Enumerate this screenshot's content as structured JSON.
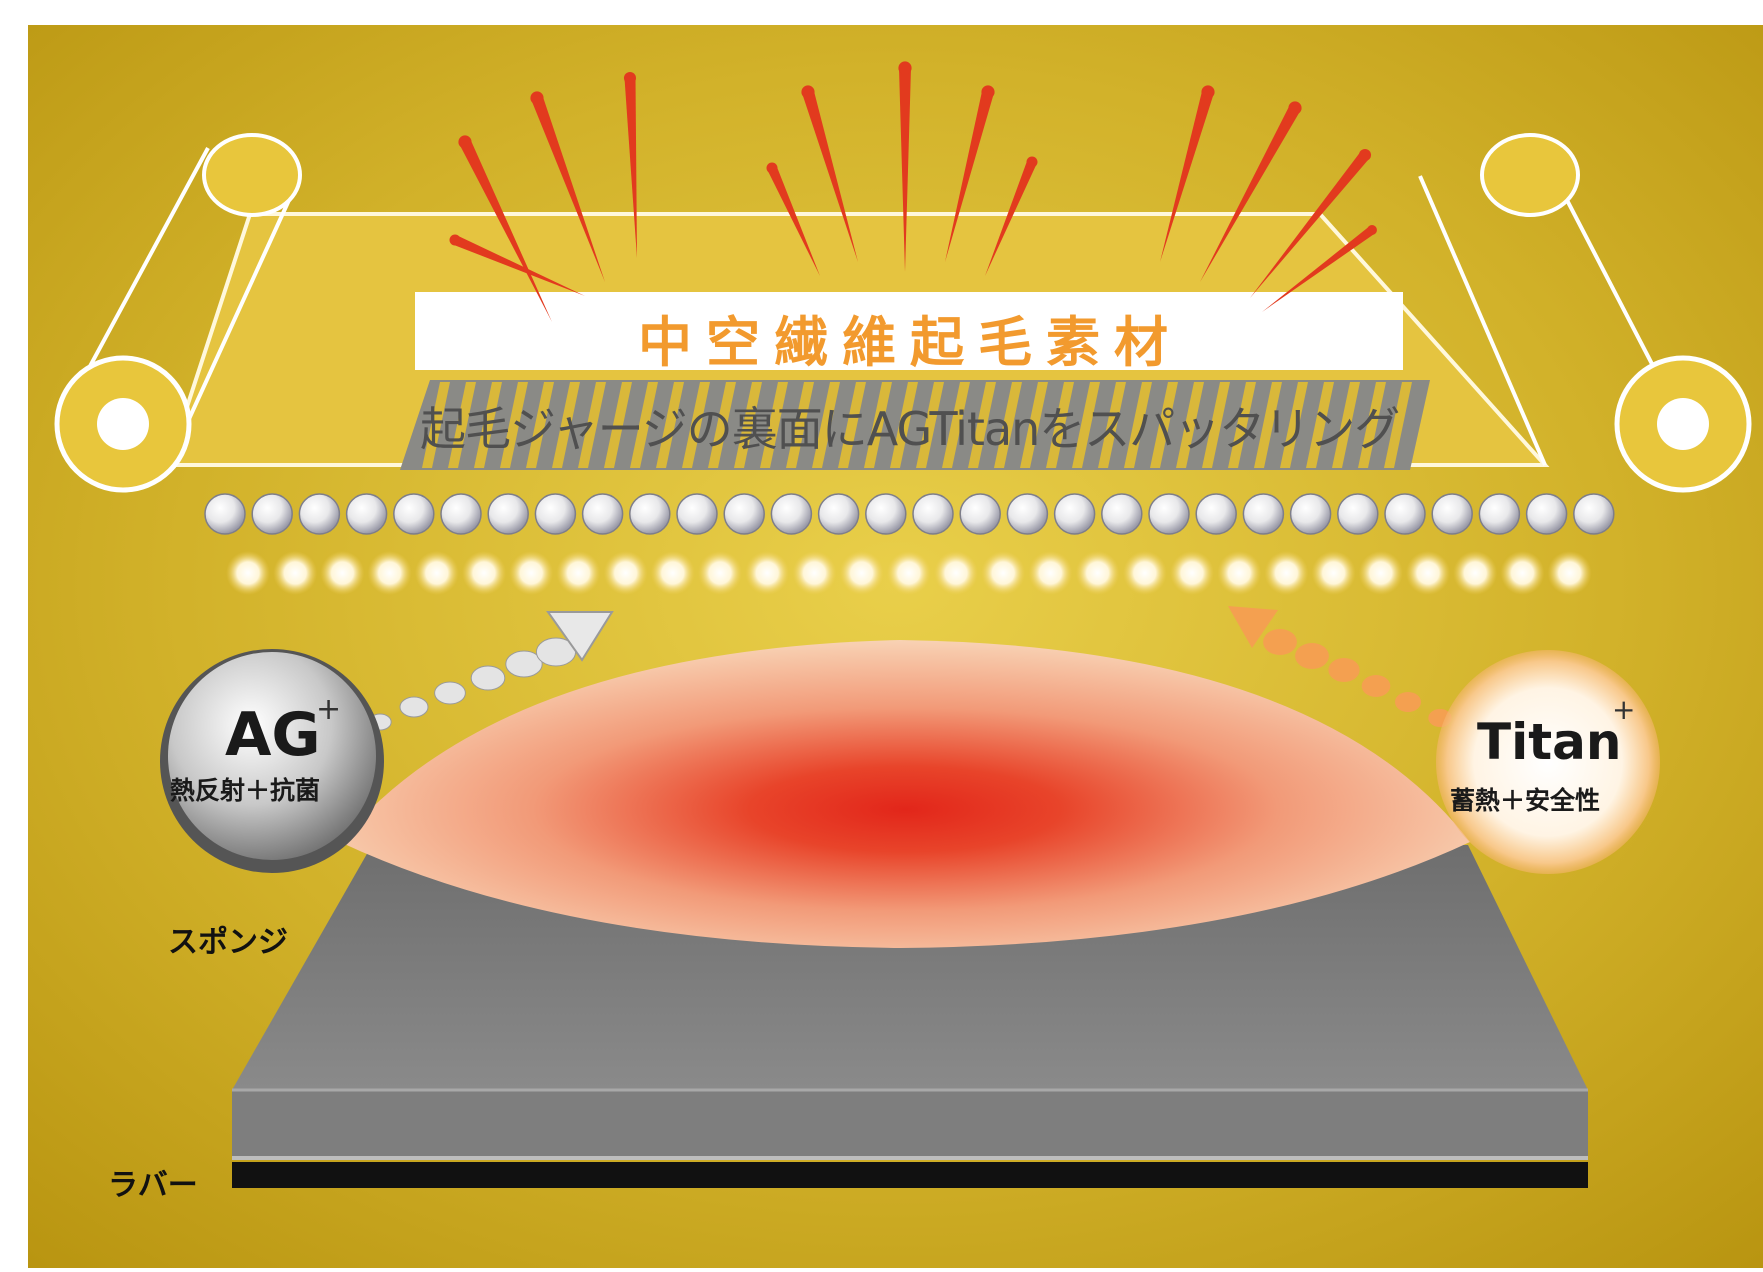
{
  "title": "中空繊維起毛素材",
  "subtitle": "起毛ジャージの裏面にAGTitanをスパッタリング",
  "badges": {
    "ag": {
      "name": "AG",
      "plus": "+",
      "desc": "熱反射＋抗菌"
    },
    "titan": {
      "name": "Titan",
      "plus": "+",
      "desc": "蓄熱＋安全性"
    }
  },
  "layers": {
    "sponge": "スポンジ",
    "rubber": "ラバー"
  },
  "colors": {
    "background": "#c9a81e",
    "rays": "#e23a1e",
    "title_text": "#f29a2e",
    "heat_core": "#e2261a",
    "heat_edge": "#f6c8a2",
    "sponge": "#7a7a7a",
    "rubber": "#111111"
  },
  "icons": [
    "heat-ray-icon",
    "particle-icon",
    "roller-icon",
    "ag-badge-icon",
    "titan-badge-icon"
  ]
}
